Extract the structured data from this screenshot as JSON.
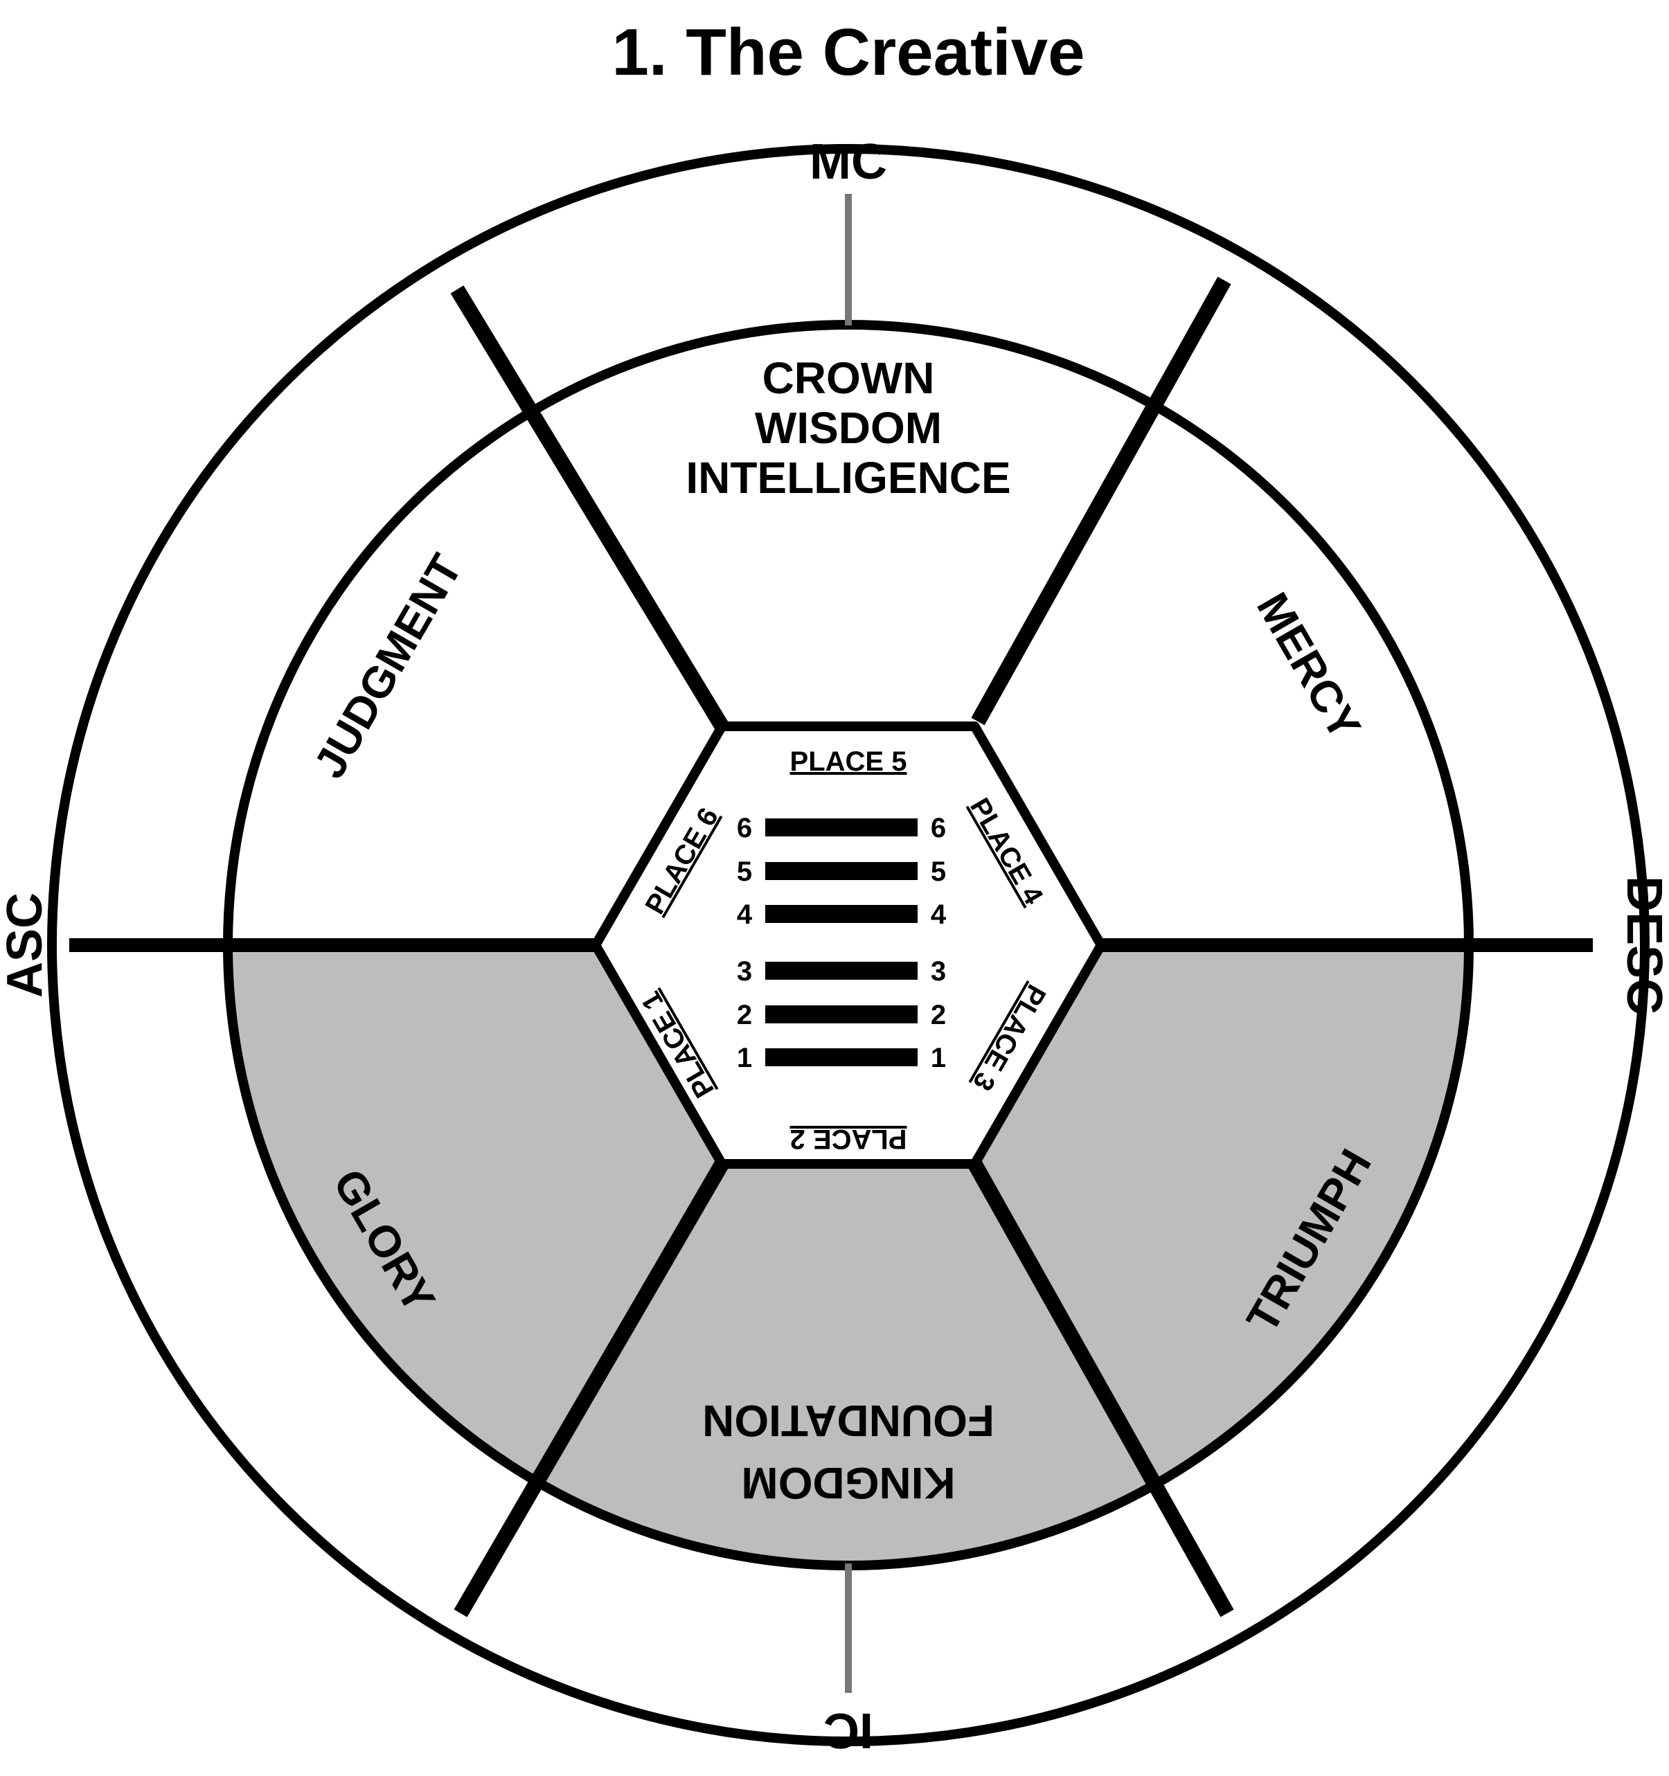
{
  "title": "1. The Creative",
  "axes": {
    "mc": "MC",
    "asc": "ASC",
    "desc": "DESC",
    "ic": "IC"
  },
  "sectors": {
    "crown": [
      "CROWN",
      "WISDOM",
      "INTELLIGENCE"
    ],
    "mercy": "MERCY",
    "judgment": "JUDGMENT",
    "triumph": "TRIUMPH",
    "glory": "GLORY",
    "kingdom": [
      "FOUNDATION",
      "KINGDOM"
    ]
  },
  "places": {
    "place1": "PLACE 1",
    "place2": "PLACE 2",
    "place3": "PLACE 3",
    "place4": "PLACE 4",
    "place5": "PLACE 5",
    "place6": "PLACE 6"
  },
  "hexagram": {
    "lines": [
      {
        "position": 6,
        "label": "6",
        "type": "solid"
      },
      {
        "position": 5,
        "label": "5",
        "type": "solid"
      },
      {
        "position": 4,
        "label": "4",
        "type": "solid"
      },
      {
        "position": 3,
        "label": "3",
        "type": "solid"
      },
      {
        "position": 2,
        "label": "2",
        "type": "solid"
      },
      {
        "position": 1,
        "label": "1",
        "type": "solid"
      }
    ]
  },
  "colors": {
    "highlight": "#fbe11f",
    "shade": "#bdbdbd",
    "line": "#000000",
    "axis_tick": "#777777",
    "background": "#ffffff"
  }
}
